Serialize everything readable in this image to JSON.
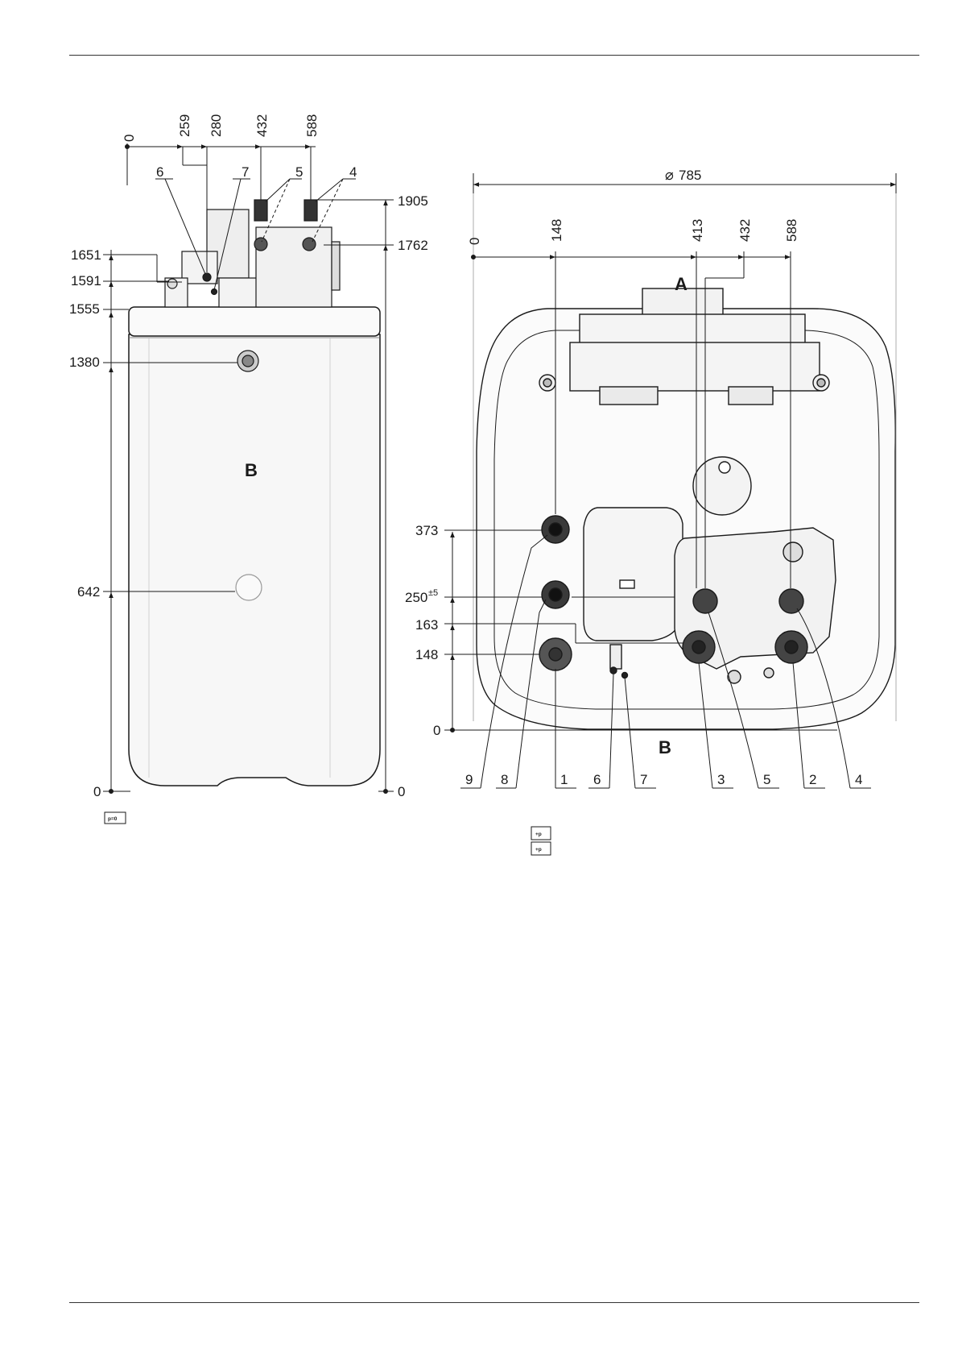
{
  "side_view": {
    "x_dims": [
      "0",
      "259",
      "280",
      "432",
      "588"
    ],
    "y_dims_left": [
      "1651",
      "1591",
      "1555",
      "1380",
      "642",
      "0"
    ],
    "y_dims_right": [
      "1905",
      "1762",
      "0"
    ],
    "callouts": [
      "6",
      "7",
      "5",
      "4"
    ],
    "view_label": "B",
    "symbol": "p=0"
  },
  "top_view": {
    "diameter": "785",
    "x_dims": [
      "0",
      "148",
      "413",
      "432",
      "588"
    ],
    "y_dims": [
      "373",
      "250",
      "163",
      "148",
      "0"
    ],
    "tolerance": "±5",
    "label_a": "A",
    "label_b": "B",
    "callouts": [
      "9",
      "8",
      "1",
      "6",
      "7",
      "3",
      "5",
      "2",
      "4"
    ],
    "symbol": "+p"
  }
}
